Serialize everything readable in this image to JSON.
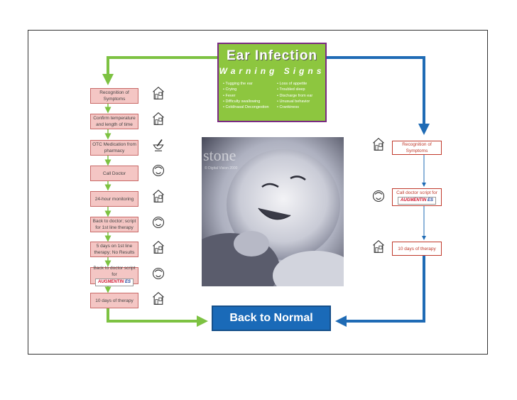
{
  "header": {
    "title": "Ear Infection",
    "subtitle": "Warning Signs",
    "signs_col1": [
      "• Tugging the ear",
      "• Crying",
      "• Fever",
      "• Difficulty swallowing",
      "• Cold/nasal Decongestion"
    ],
    "signs_col2": [
      "• Loss of appetite",
      "• Troubled sleep",
      "• Discharge from ear",
      "• Unusual behavior",
      "• Crankiness"
    ]
  },
  "left_steps": [
    {
      "label": "Recognition of Symptoms",
      "icon": "house-icon"
    },
    {
      "label": "Confirm temperature and length of time",
      "icon": "house-icon"
    },
    {
      "label": "OTC Medication from pharmacy",
      "icon": "mortar-pestle-icon"
    },
    {
      "label": "Call Doctor",
      "icon": "phone-icon"
    },
    {
      "label": "24-hour monitoring",
      "icon": "house-icon"
    },
    {
      "label": "Back to doctor; script for 1st line therapy",
      "icon": "phone-icon"
    },
    {
      "label": "5 days on 1st line therapy; No Results",
      "icon": "house-icon"
    },
    {
      "label": "Back to doctor script for",
      "icon": "phone-icon",
      "brand": "AUGMENTIN",
      "brand_suffix": "ES"
    },
    {
      "label": "10 days of therapy",
      "icon": "house-icon"
    }
  ],
  "right_steps": [
    {
      "label": "Recognition of Symptoms",
      "icon": "house-icon"
    },
    {
      "label": "Call doctor script for",
      "icon": "phone-icon",
      "brand": "AUGMENTIN",
      "brand_suffix": "ES"
    },
    {
      "label": "10 days of therapy",
      "icon": "house-icon"
    }
  ],
  "photo": {
    "watermark": "stone",
    "credit": "© Digital Vision 2000"
  },
  "outcome": {
    "label": "Back to Normal"
  },
  "colors": {
    "left_path": "#7dc242",
    "right_path": "#1f6bb5",
    "header_bg": "#8dc63f",
    "outcome_bg": "#1a6ab8"
  }
}
